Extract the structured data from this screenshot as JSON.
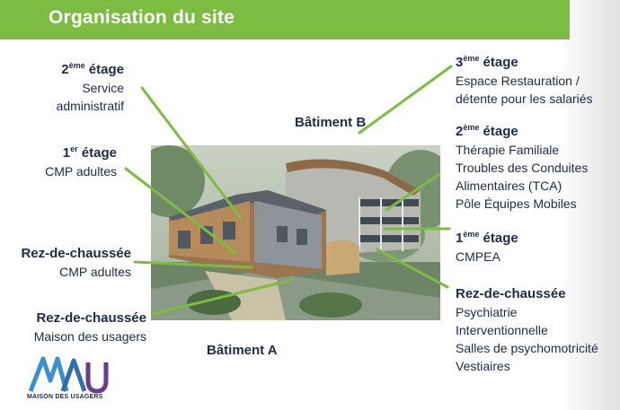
{
  "header": {
    "title": "Organisation du site"
  },
  "buildings": {
    "a": "Bâtiment A",
    "b": "Bâtiment B"
  },
  "left": {
    "floor2": {
      "num": "2",
      "sup": "ème",
      "word": " étage",
      "lines": [
        "Service",
        "administratif"
      ]
    },
    "floor1": {
      "num": "1",
      "sup": "er",
      "word": " étage",
      "lines": [
        "CMP adultes"
      ]
    },
    "rdc1": {
      "title": "Rez-de-chaussée",
      "lines": [
        "CMP adultes"
      ]
    },
    "rdc2": {
      "title": "Rez-de-chaussée",
      "lines": [
        "Maison des usagers"
      ]
    }
  },
  "right": {
    "floor3": {
      "num": "3",
      "sup": "ème",
      "word": " étage",
      "lines": [
        "Espace Restauration /",
        "détente pour les salariés"
      ]
    },
    "floor2": {
      "num": "2",
      "sup": "ème",
      "word": " étage",
      "lines": [
        "Thérapie Familiale",
        "Troubles des Conduites",
        "Alimentaires (TCA)",
        "Pôle Équipes Mobiles"
      ]
    },
    "floor1": {
      "num": "1",
      "sup": "ème",
      "word": " étage",
      "lines": [
        "CMPEA"
      ]
    },
    "rdc": {
      "title": "Rez-de-chaussée",
      "lines": [
        "Psychiatrie",
        "Interventionnelle",
        "Salles de psychomotricité",
        "Vestiaires"
      ]
    }
  },
  "logo": {
    "text": "MAISON DES USAGERS"
  },
  "colors": {
    "header": "#7dbc43",
    "leader_lines": "#7dbc43",
    "text": "#1e2a4a",
    "logo_blue": "#3a8fd0",
    "logo_purple": "#6a3c8c"
  }
}
